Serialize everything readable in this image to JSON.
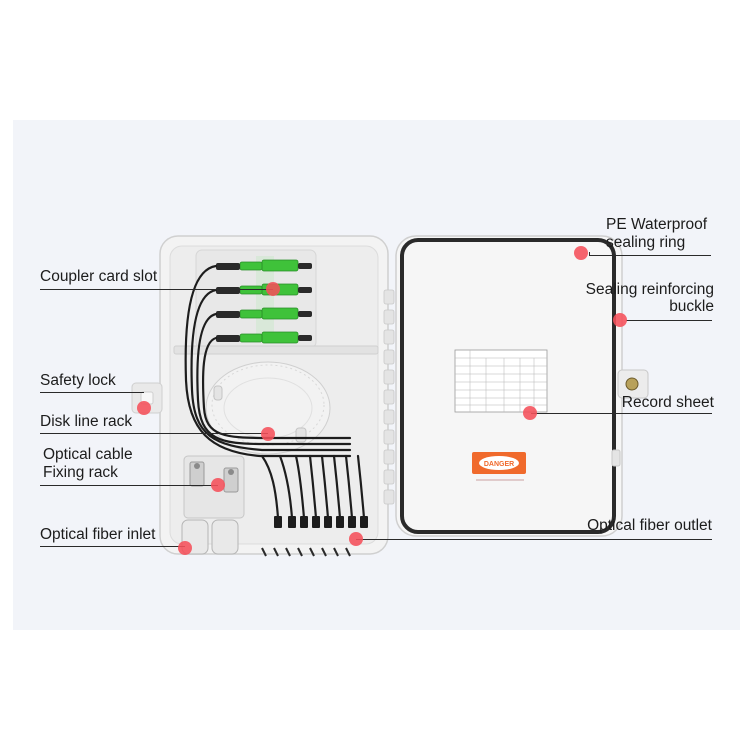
{
  "labels": {
    "coupler_card_slot": "Coupler card slot",
    "safety_lock": "Safety lock",
    "disk_line_rack": "Disk line rack",
    "optical_cable_line1": "Optical cable",
    "optical_cable_line2": "Fixing rack",
    "optical_fiber_inlet": "Optical fiber inlet",
    "pe_waterproof_line1": "PE Waterproof",
    "pe_waterproof_line2": "sealing ring",
    "sealing_buckle_line1": "Sealing reinforcing",
    "sealing_buckle_line2": "buckle",
    "record_sheet": "Record sheet",
    "optical_fiber_outlet": "Optical fiber outlet"
  },
  "box_text": {
    "danger": "DANGER"
  },
  "colors": {
    "background": "#f2f4f9",
    "enclosure": "#f4f4f4",
    "adapter_green": "#3fc23a",
    "marker_dot": "#f5505a",
    "danger_orange": "#f06a2c",
    "gasket": "#2a2a2a"
  }
}
